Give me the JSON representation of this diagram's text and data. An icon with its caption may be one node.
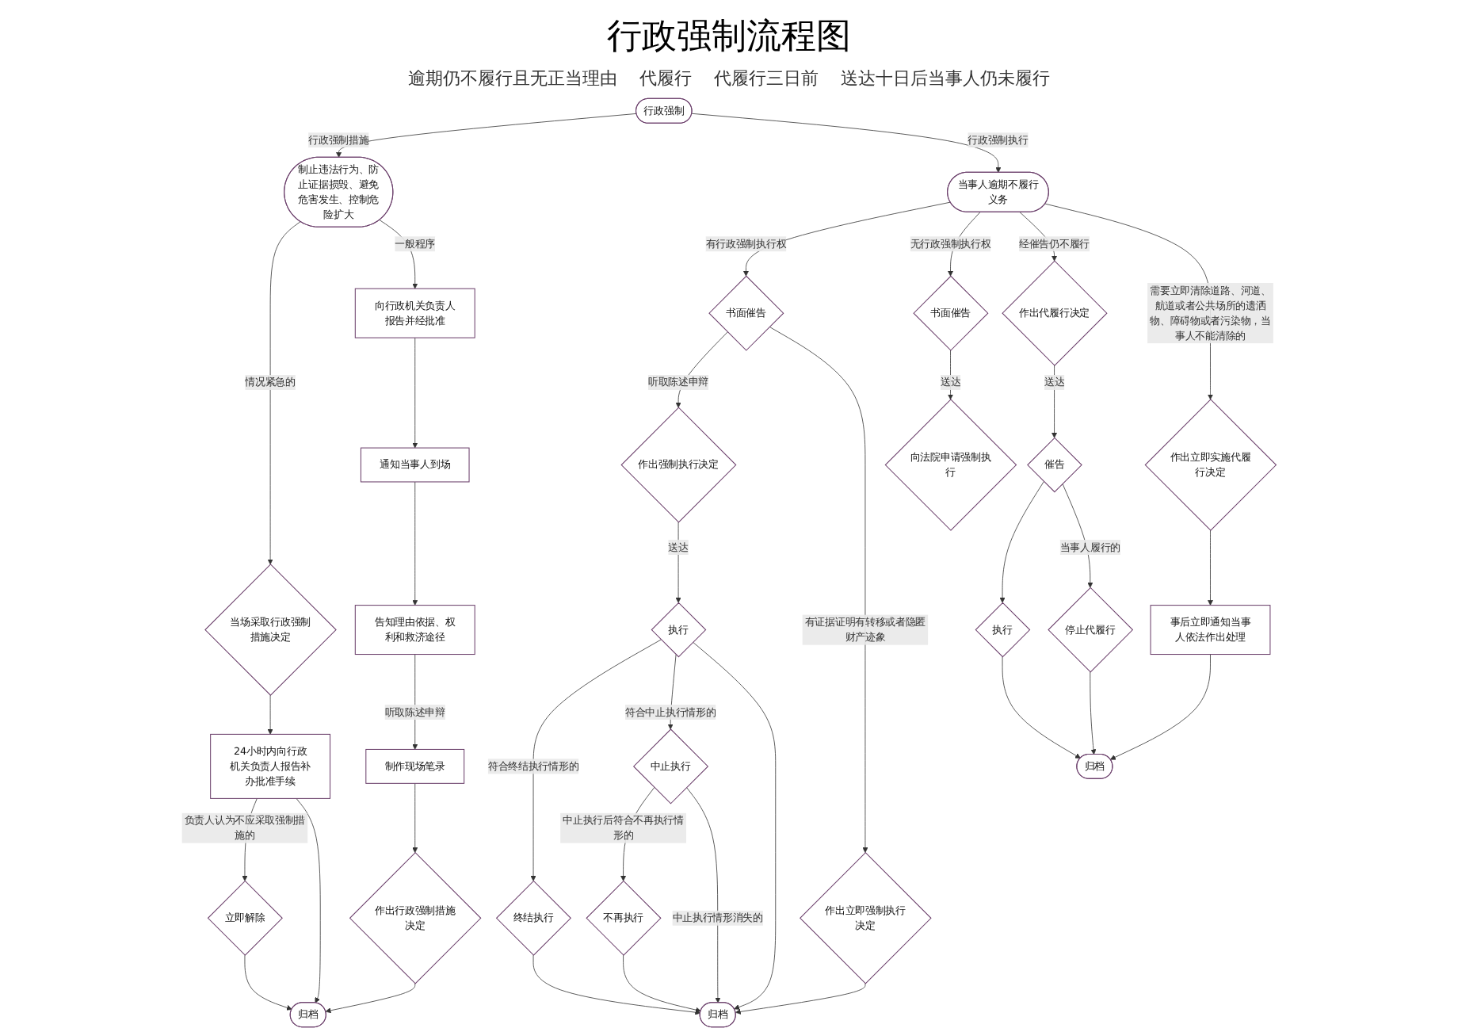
{
  "diagram": {
    "title": "行政强制流程图",
    "nodes": [
      {
        "text": [
          "行政强制"
        ]
      },
      {
        "text": [
          "制止违法行为、防止证据损毁、避免危害发生、控制危险扩大"
        ]
      },
      {
        "text": [
          "当场采取行政强制措施决定"
        ]
      },
      {
        "text": [
          "24小时内向行政机关负责人报告补办批准手续"
        ]
      },
      {
        "text": [
          "立即解除"
        ]
      },
      {
        "text": [
          "向行政机关负责人报告并经批准"
        ]
      },
      {
        "text": [
          "通知当事人到场"
        ]
      },
      {
        "text": [
          "告知理由依据、权利和救济途径"
        ]
      },
      {
        "text": [
          "制作现场笔录"
        ]
      },
      {
        "text": [
          "作出行政强制措施决定"
        ]
      },
      {
        "text": [
          "归档"
        ]
      },
      {
        "text": [
          "当事人逾期不履行义务"
        ]
      },
      {
        "text": [
          "书面催告"
        ]
      },
      {
        "text": [
          "作出强制执行决定"
        ]
      },
      {
        "text": [
          "执行"
        ]
      },
      {
        "text": [
          "中止执行"
        ]
      },
      {
        "text": [
          "不再执行"
        ]
      },
      {
        "text": [
          "终结执行"
        ]
      },
      {
        "text": [
          "作出立即强制执行决定"
        ]
      },
      {
        "text": [
          "归档"
        ]
      },
      {
        "text": [
          "作出代履行决定"
        ]
      },
      {
        "text": [
          "催告"
        ]
      },
      {
        "text": [
          "执行"
        ]
      },
      {
        "text": [
          "停止代履行"
        ]
      },
      {
        "text": [
          "作出立即实施代履行决定"
        ]
      },
      {
        "text": [
          "事后立即通知当事人依法作出处理"
        ]
      },
      {
        "text": [
          "归档"
        ]
      },
      {
        "text": [
          "书面催告"
        ]
      },
      {
        "text": [
          "向法院申请强制执行"
        ]
      }
    ],
    "edges": [
      {
        "from": 0,
        "to": 1,
        "arrow": "to",
        "label": "行政强制措施"
      },
      {
        "from": 0,
        "to": 11,
        "arrow": "to",
        "label": "行政强制执行"
      },
      {
        "from": 1,
        "to": 2,
        "arrow": "to",
        "label": "情况紧急的"
      },
      {
        "from": 1,
        "to": 5,
        "arrow": "to",
        "label": "一般程序"
      },
      {
        "from": 2,
        "to": 3,
        "arrow": "to"
      },
      {
        "from": 3,
        "to": 4,
        "arrow": "to",
        "label": "负责人认为不应采取强制措施的"
      },
      {
        "from": 3,
        "to": 10,
        "arrow": "to"
      },
      {
        "from": 4,
        "to": 10,
        "arrow": "to"
      },
      {
        "from": 5,
        "to": 6,
        "arrow": "to"
      },
      {
        "from": 6,
        "to": 7,
        "arrow": "to"
      },
      {
        "from": 7,
        "to": 8,
        "arrow": "to",
        "label": "听取陈述申辩"
      },
      {
        "from": 8,
        "to": 9,
        "arrow": "to"
      },
      {
        "from": 9,
        "to": 10,
        "arrow": "to"
      },
      {
        "from": 11,
        "to": 12,
        "arrow": "to",
        "label": "有行政强制执行权"
      },
      {
        "from": 11,
        "to": 27,
        "arrow": "to",
        "label": "无行政强制执行权"
      },
      {
        "from": 11,
        "to": 20,
        "arrow": "to",
        "label": "经催告仍不履行"
      },
      {
        "from": 11,
        "to": 24,
        "arrow": "to",
        "label": "需要立即清除道路、河道、航道或者公共场所的遗洒物、障碍物或者污染物，当事人不能清除的"
      },
      {
        "from": 12,
        "to": 13,
        "arrow": "to",
        "label": "听取陈述申辩"
      },
      {
        "from": 12,
        "to": 18,
        "arrow": "to",
        "label": "有证据证明有转移或者隐匿财产迹象"
      },
      {
        "from": 13,
        "to": 14,
        "arrow": "to",
        "label": "送达"
      },
      {
        "from": 14,
        "to": 17,
        "arrow": "to",
        "label": "符合终结执行情形的"
      },
      {
        "from": 14,
        "to": 15,
        "arrow": "to",
        "label": "符合中止执行情形的"
      },
      {
        "from": 15,
        "to": 16,
        "arrow": "to",
        "label": "中止执行后符合不再执行情形的"
      },
      {
        "from": 15,
        "to": 19,
        "arrow": "to",
        "label": "中止执行情形消失的"
      },
      {
        "from": 14,
        "to": 19,
        "arrow": "to"
      },
      {
        "from": 16,
        "to": 19,
        "arrow": "to"
      },
      {
        "from": 17,
        "to": 19,
        "arrow": "to"
      },
      {
        "from": 18,
        "to": 19,
        "arrow": "to"
      },
      {
        "from": 20,
        "to": 21,
        "arrow": "to",
        "label": "送达"
      },
      {
        "from": 21,
        "to": 22,
        "arrow": "to"
      },
      {
        "from": 21,
        "to": 23,
        "arrow": "to",
        "label": "当事人履行的"
      },
      {
        "from": 22,
        "to": 26,
        "arrow": "to"
      },
      {
        "from": 23,
        "to": 26,
        "arrow": "to"
      },
      {
        "from": 24,
        "to": 25,
        "arrow": "to"
      },
      {
        "from": 25,
        "to": 26,
        "arrow": "to"
      },
      {
        "from": 27,
        "to": 28,
        "arrow": "to",
        "label": "送达"
      }
    ],
    "labels": [
      "逾期仍不履行且无正当理由",
      "代履行",
      "代履行三日前",
      "送达十日后当事人仍未履行"
    ]
  }
}
